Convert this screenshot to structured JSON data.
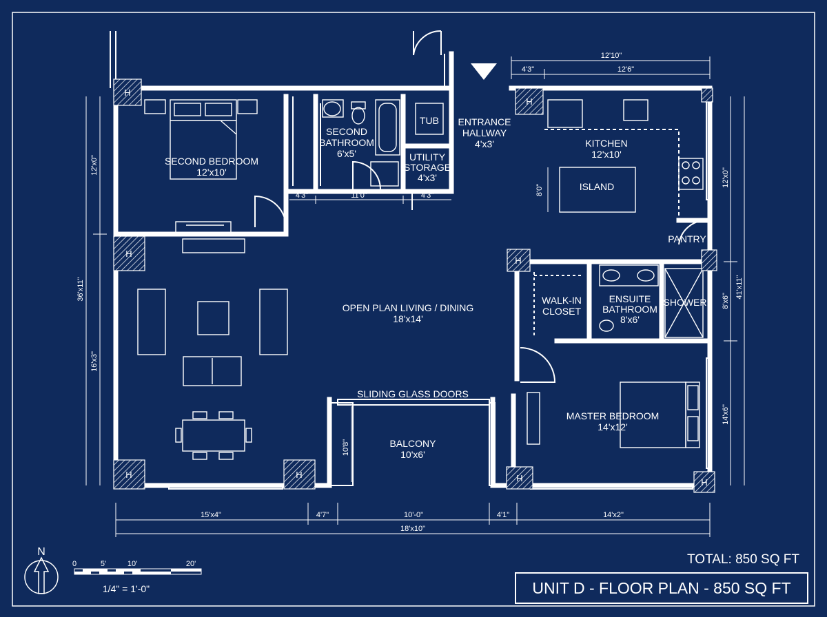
{
  "rooms": {
    "second_bedroom": {
      "name": "SECOND BEDROOM",
      "size": "12'x10'"
    },
    "second_bathroom": {
      "name1": "SECOND",
      "name2": "BATHROOM",
      "size": "6'x5'"
    },
    "tub": "TUB",
    "utility": {
      "name1": "UTILITY",
      "name2": "STORAGE",
      "size": "4'x3'"
    },
    "entrance": {
      "name1": "ENTRANCE",
      "name2": "HALLWAY",
      "size": "4'x3'"
    },
    "kitchen": {
      "name": "KITCHEN",
      "size": "12'x10'"
    },
    "island": "ISLAND",
    "pantry": "PANTRY",
    "living": {
      "name": "OPEN PLAN LIVING / DINING",
      "size": "18'x14'"
    },
    "walkin": {
      "name1": "WALK-IN",
      "name2": "CLOSET"
    },
    "ensuite": {
      "name1": "ENSUITE",
      "name2": "BATHROOM",
      "size": "8'x6'"
    },
    "shower": "SHOWER",
    "sliding": "SLIDING GLASS DOORS",
    "balcony": {
      "name": "BALCONY",
      "size": "10'x6'"
    },
    "master": {
      "name": "MASTER BEDROOM",
      "size": "14'x12'"
    }
  },
  "columns": {
    "label": "H"
  },
  "dimensions": {
    "top_total": "12'10\"",
    "top_a": "4'3\"",
    "top_b": "12'6\"",
    "interior_a": "4'3\"",
    "interior_b": "11'0\"",
    "interior_c": "4'3\"",
    "island_w": "8'0\"",
    "left_upper": "12'x0\"",
    "left_total": "36'x11\"",
    "left_lower": "16'x3\"",
    "right_a": "12'x0\"",
    "right_b": "8'x6\"",
    "right_total": "41'x11\"",
    "right_c": "14'x6\"",
    "balcony_h": "10'8\"",
    "bottom_a": "15'x4\"",
    "bottom_b": "4'7\"",
    "bottom_c": "10'-0\"",
    "bottom_d": "4'1\"",
    "bottom_e": "14'x2\"",
    "bottom_total": "18'x10\""
  },
  "legend": {
    "north": "N",
    "scale_ticks": [
      "0",
      "5'",
      "10'",
      "20'"
    ],
    "scale_note": "1/4\" = 1'-0\"",
    "total_area": "TOTAL: 850 SQ FT",
    "title": "UNIT D - FLOOR PLAN - 850 SQ FT"
  }
}
